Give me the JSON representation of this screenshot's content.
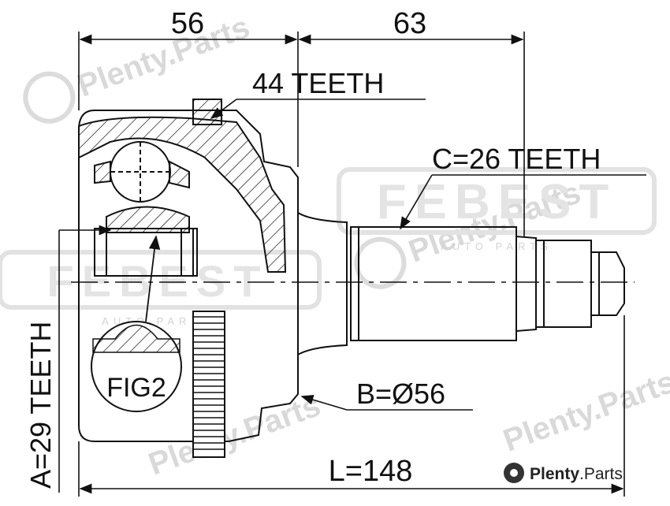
{
  "dimensions": {
    "top_left": "56",
    "top_right": "63",
    "overall": "L=148"
  },
  "labels": {
    "outer_teeth": "44 TEETH",
    "spline_teeth": "C=26 TEETH",
    "diameter": "B=Ø56",
    "inner_teeth": "A=29 TEETH",
    "figure": "FIG2"
  },
  "watermarks": {
    "plenty": "Plenty.Parts",
    "febest": "FEBEST",
    "febest_sub": "AUTO PARTS"
  },
  "branding": {
    "text_main": "Plenty",
    "text_suffix": ".Parts",
    "icon": "gear-disc-icon"
  },
  "colors": {
    "line": "#111111",
    "watermark": "#d9d9d9"
  }
}
